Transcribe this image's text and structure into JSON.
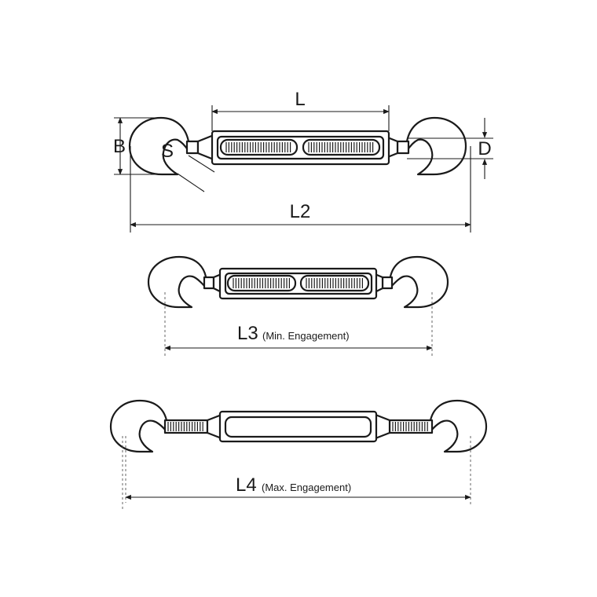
{
  "labels": {
    "L": "L",
    "L2": "L2",
    "B": "B",
    "S": "S",
    "D": "D",
    "L3": "L3",
    "L3_note": "(Min. Engagement)",
    "L4": "L4",
    "L4_note": "(Max. Engagement)"
  },
  "colors": {
    "line": "#1a1a1a",
    "background": "#ffffff",
    "dash": "#555555"
  }
}
